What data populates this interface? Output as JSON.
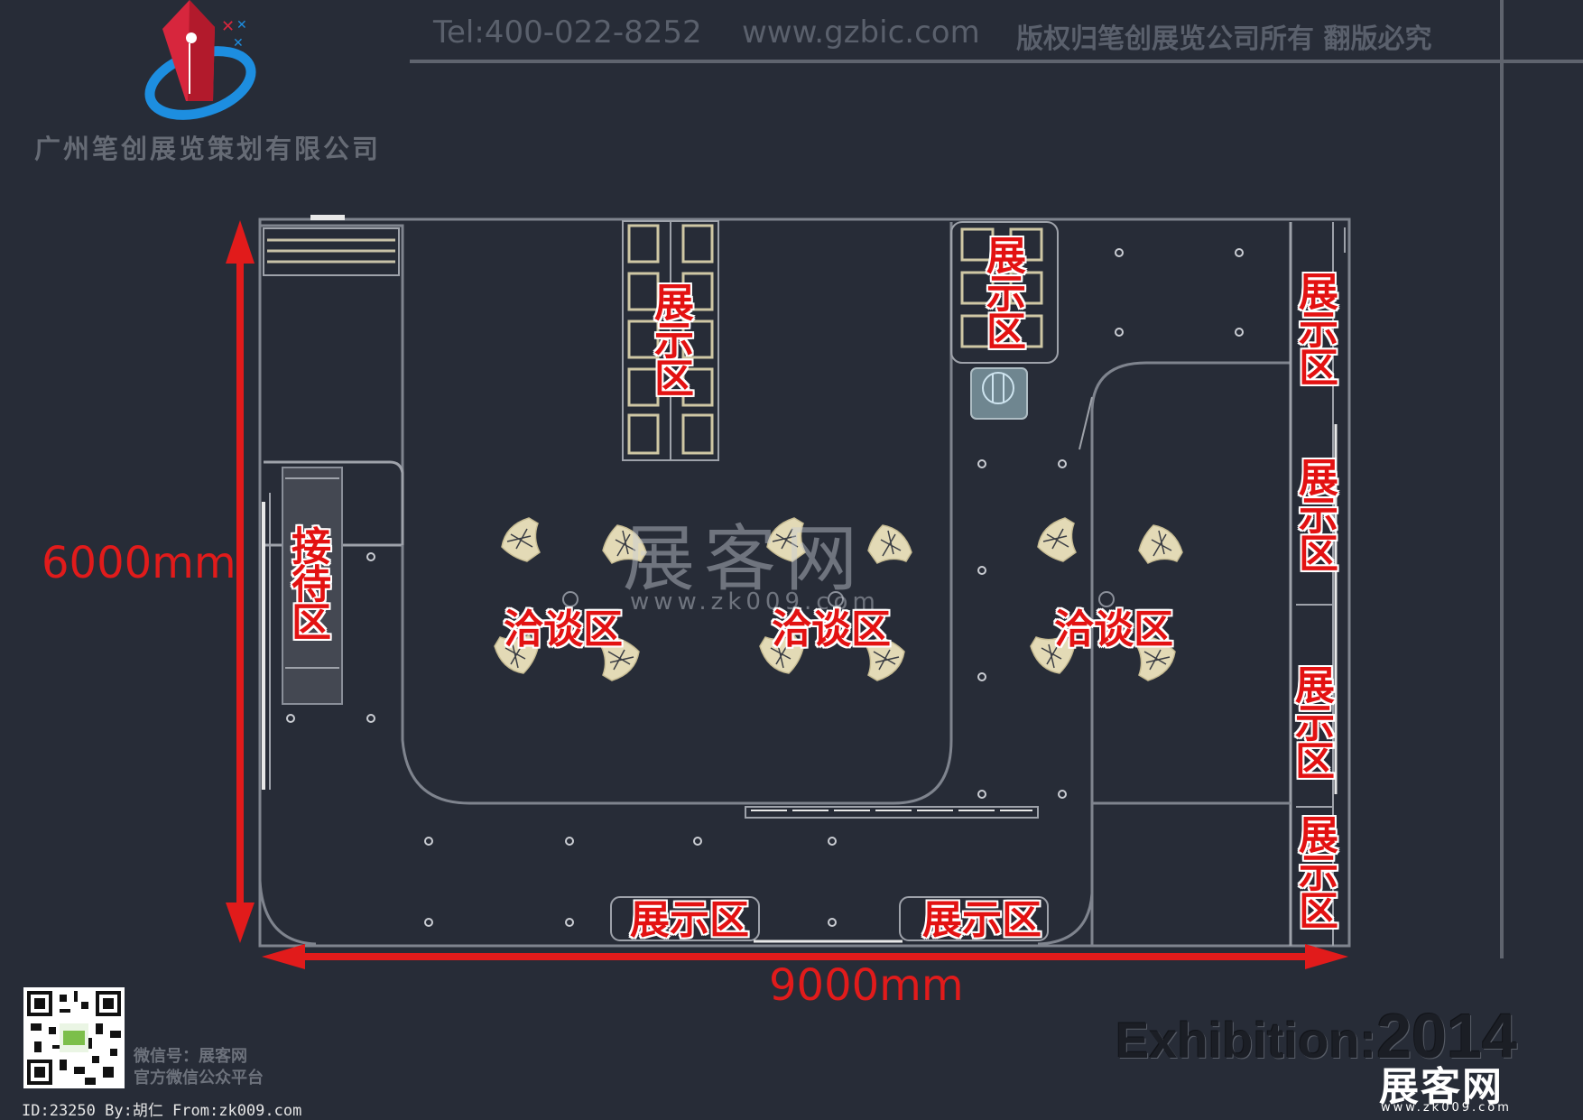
{
  "header": {
    "tel": "Tel:400-022-8252",
    "website": "www.gzbic.com",
    "copyright": "版权归笔创展览公司所有 翻版必究"
  },
  "company": {
    "name": "广州笔创展览策划有限公司",
    "logo_icon": "pen-nib-logo",
    "colors": {
      "red": "#d7263d",
      "blue": "#1d8ee0"
    }
  },
  "dimensions": {
    "height": "6000mm",
    "width": "9000mm",
    "arrow_color": "#e11b1b"
  },
  "zones": {
    "reception": "接待区",
    "display": "展示区",
    "negotiation": "洽谈区"
  },
  "watermark": {
    "brand": "展客网",
    "url": "www.zk009.com"
  },
  "footer": {
    "wechat_id": "微信号：展客网",
    "wechat_desc": "官方微信公众平台",
    "credit": "ID:23250 By:胡仁 From:zk009.com",
    "exhibition": "Exhibition",
    "year": "2014",
    "brand": "展客网",
    "brand_url": "www.zk009.com"
  }
}
